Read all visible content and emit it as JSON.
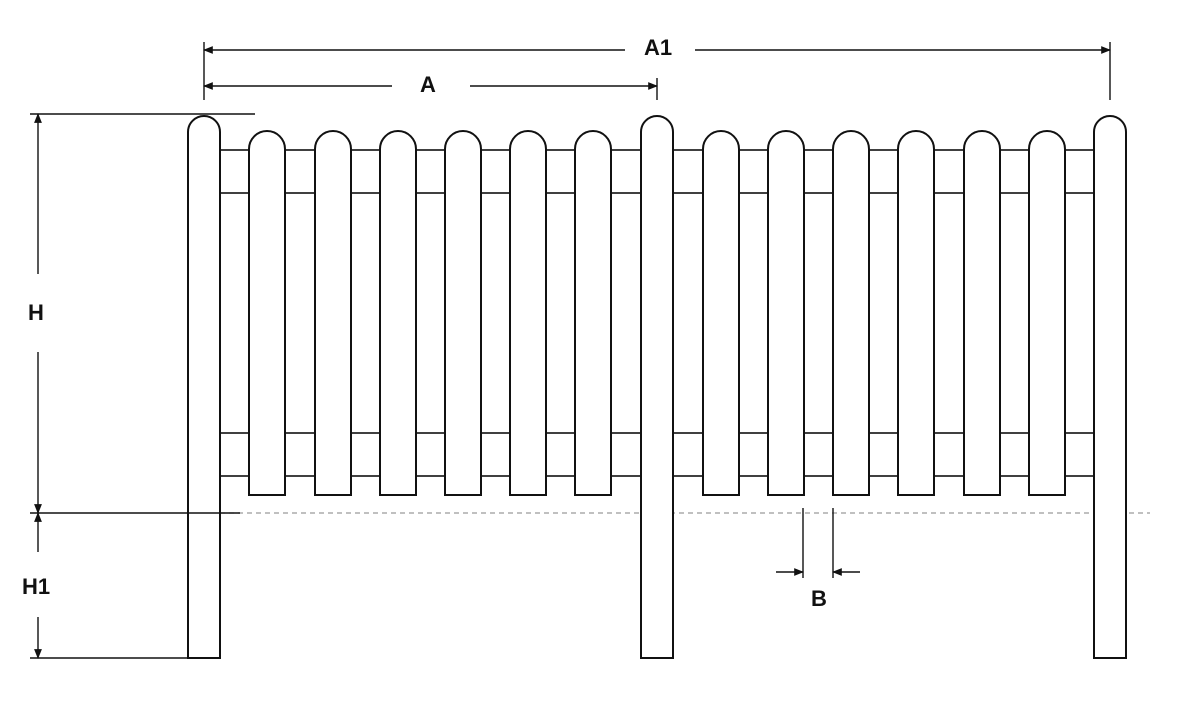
{
  "dimensions": {
    "A1": "A1",
    "A": "A",
    "H": "H",
    "H1": "H1",
    "B": "B"
  },
  "fence": {
    "post_count": 3,
    "picket_count_per_section": 6,
    "section_count": 2,
    "rail_count": 4,
    "picket_top_shape": "rounded"
  },
  "colors": {
    "line": "#111111",
    "ground_line": "#9a9a9a",
    "background": "#ffffff"
  }
}
